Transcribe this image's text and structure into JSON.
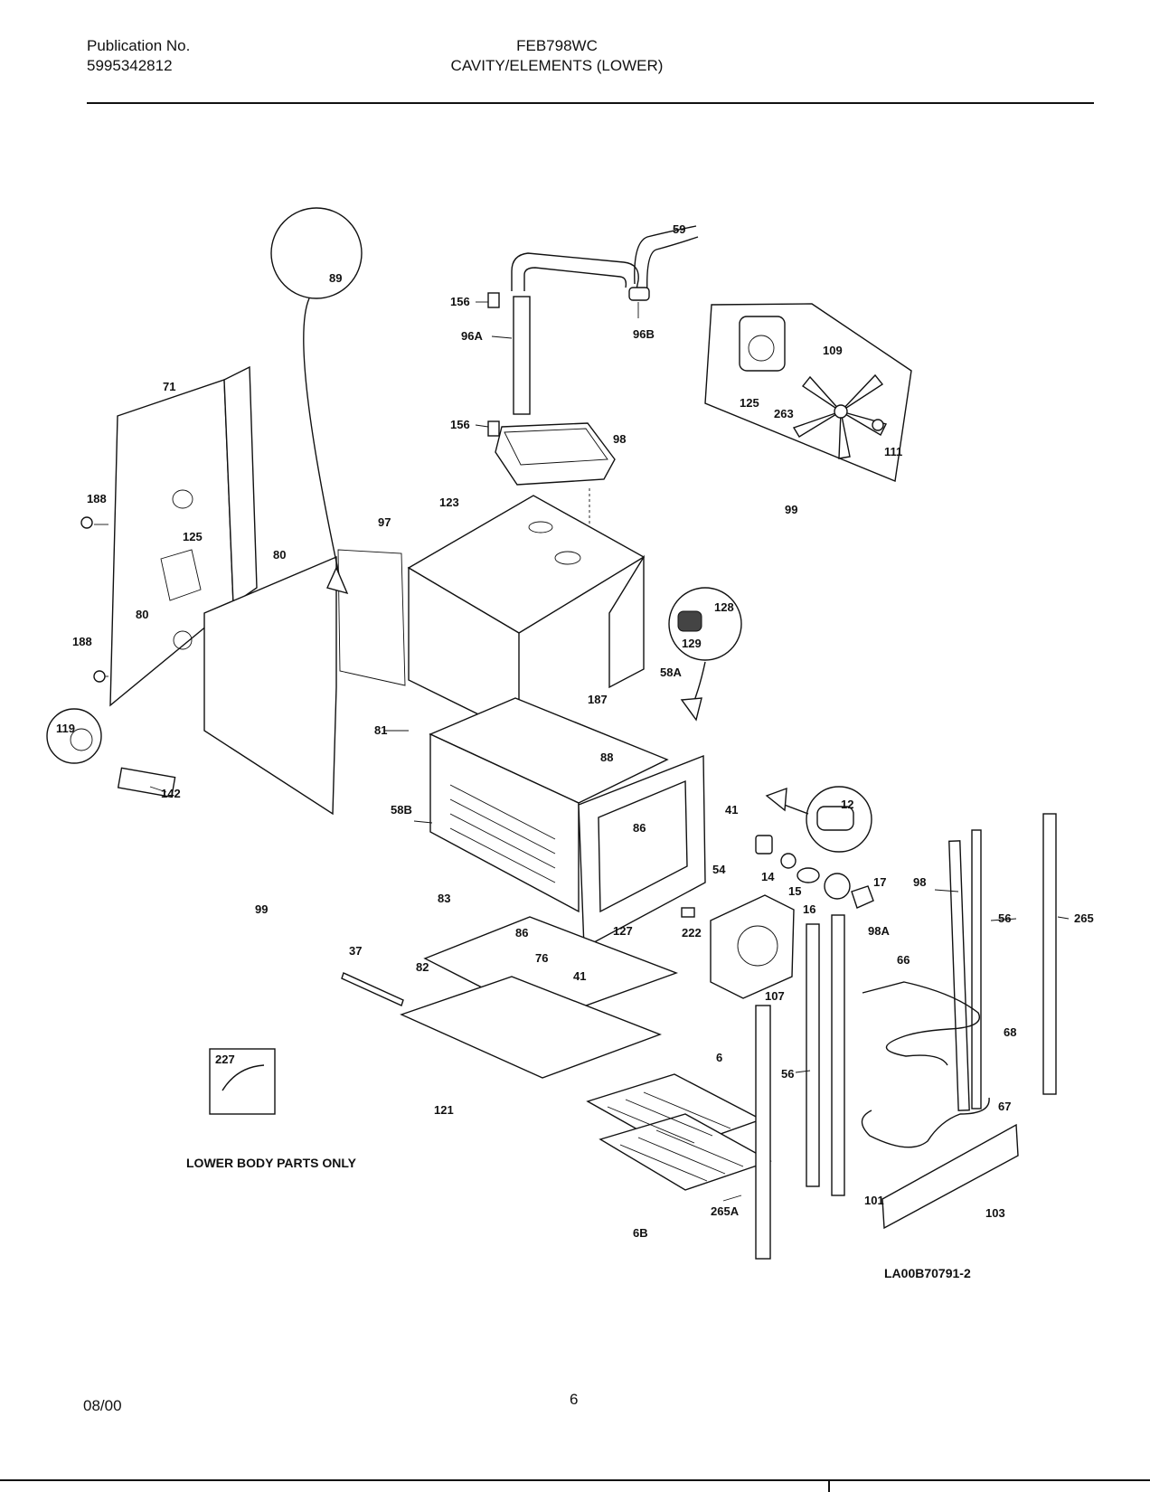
{
  "header": {
    "publication_label": "Publication No.",
    "publication_number": "5995342812",
    "model": "FEB798WC",
    "section": "CAVITY/ELEMENTS (LOWER)"
  },
  "callouts": [
    "59",
    "156",
    "96A",
    "96B",
    "156",
    "98",
    "125",
    "263",
    "109",
    "111",
    "71",
    "89",
    "188",
    "125",
    "80",
    "97",
    "123",
    "99",
    "80",
    "188",
    "128",
    "129",
    "119",
    "81",
    "187",
    "58A",
    "88",
    "142",
    "12",
    "58B",
    "86",
    "41",
    "54",
    "14",
    "15",
    "16",
    "17",
    "98",
    "56",
    "265",
    "99",
    "83",
    "86",
    "127",
    "222",
    "98A",
    "82",
    "76",
    "41",
    "66",
    "107",
    "37",
    "68",
    "227",
    "6",
    "56",
    "67",
    "121",
    "101",
    "103",
    "265A",
    "6B"
  ],
  "notes": {
    "lower_body": "LOWER BODY PARTS ONLY",
    "diagram_code": "LA00B70791-2"
  },
  "footer": {
    "date": "08/00",
    "page": "6"
  }
}
